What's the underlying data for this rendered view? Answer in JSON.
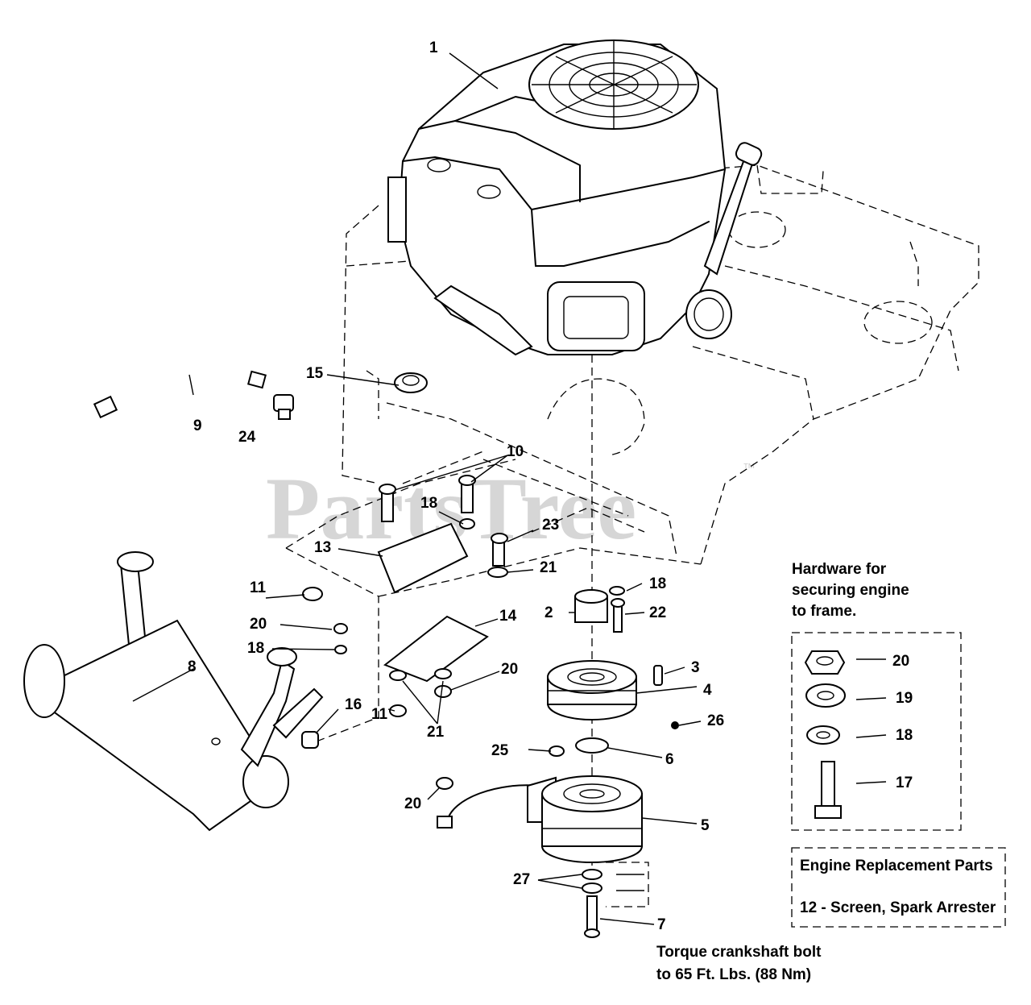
{
  "watermark": {
    "text": "PartsTree",
    "tm": "™"
  },
  "labels": {
    "p1": "1",
    "p2": "2",
    "p3": "3",
    "p4": "4",
    "p5": "5",
    "p6": "6",
    "p7": "7",
    "p8": "8",
    "p9": "9",
    "p10": "10",
    "p11a": "11",
    "p11b": "11",
    "p13": "13",
    "p14": "14",
    "p15": "15",
    "p16": "16",
    "p18a": "18",
    "p18b": "18",
    "p18c": "18",
    "p20a": "20",
    "p20b": "20",
    "p20c": "20",
    "p21a": "21",
    "p21b": "21",
    "p22": "22",
    "p23": "23",
    "p24": "24",
    "p25": "25",
    "p26": "26",
    "p27": "27"
  },
  "hardware": {
    "title_lines": [
      "Hardware for",
      "securing engine",
      "to frame."
    ],
    "items": [
      "20",
      "19",
      "18",
      "17"
    ]
  },
  "replacement": {
    "title": "Engine Replacement Parts",
    "item": "12 - Screen, Spark Arrester"
  },
  "torque_note": {
    "lines": [
      "Torque crankshaft bolt",
      "to 65 Ft. Lbs. (88 Nm)"
    ]
  }
}
